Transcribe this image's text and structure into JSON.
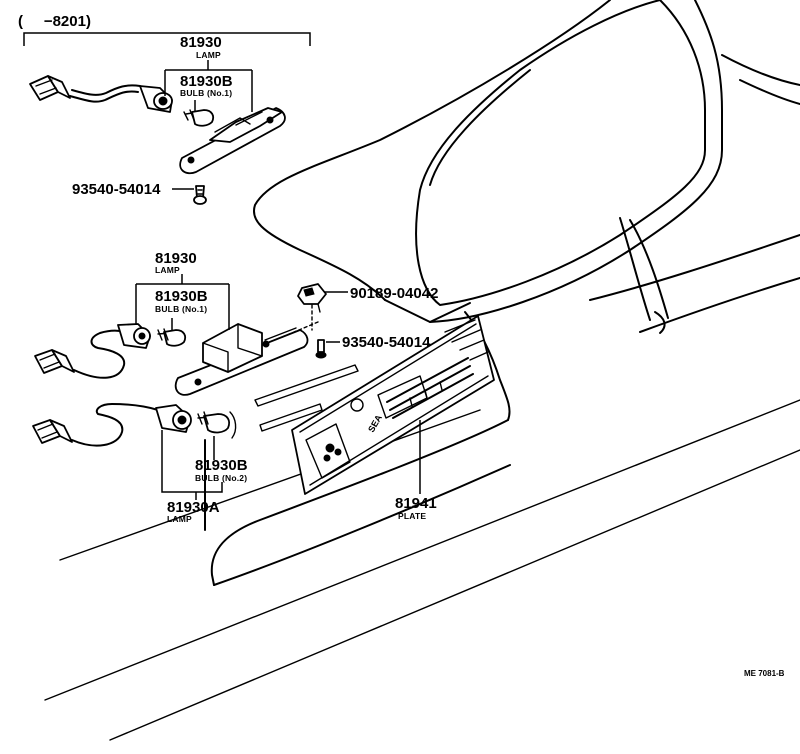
{
  "diagram": {
    "range_label": "(     −8201)",
    "callouts": {
      "lamp_top": {
        "number": "81930",
        "name": "LAMP"
      },
      "bulb_top": {
        "number": "81930B",
        "name": "BULB (No.1)"
      },
      "screw_top": {
        "number": "93540-54014"
      },
      "lamp_mid": {
        "number": "81930",
        "name": "LAMP"
      },
      "bulb_mid": {
        "number": "81930B",
        "name": "BULB (No.1)"
      },
      "nut": {
        "number": "90189-04042"
      },
      "screw_mid": {
        "number": "93540-54014"
      },
      "bulb_low": {
        "number": "81930B",
        "name": "BULB (No.2)"
      },
      "lamp_low": {
        "number": "81930A",
        "name": "LAMP"
      },
      "plate": {
        "number": "81941",
        "name": "PLATE"
      }
    },
    "reference_code": "ME 7081-B"
  }
}
